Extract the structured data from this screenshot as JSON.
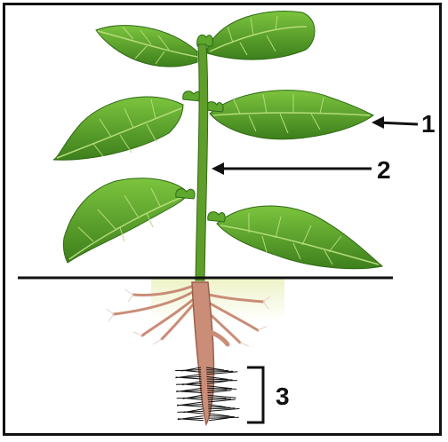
{
  "labels": {
    "leaf": "1",
    "stem": "2",
    "root_hair_zone": "3"
  },
  "colors": {
    "leaf": "#5da82d",
    "leaf_dark": "#3d7f1c",
    "leaf_vein": "#a6d66a",
    "stem": "#5f9e2a",
    "ground_line": "#111111",
    "soil_glow": "#f1f6d8",
    "root": "#c98d78",
    "root_dark": "#9b5f4c",
    "root_hairs": "#111111",
    "frame": "#111111"
  },
  "icons": {
    "arrow": "arrow-left-icon",
    "brace": "right-brace-icon"
  }
}
